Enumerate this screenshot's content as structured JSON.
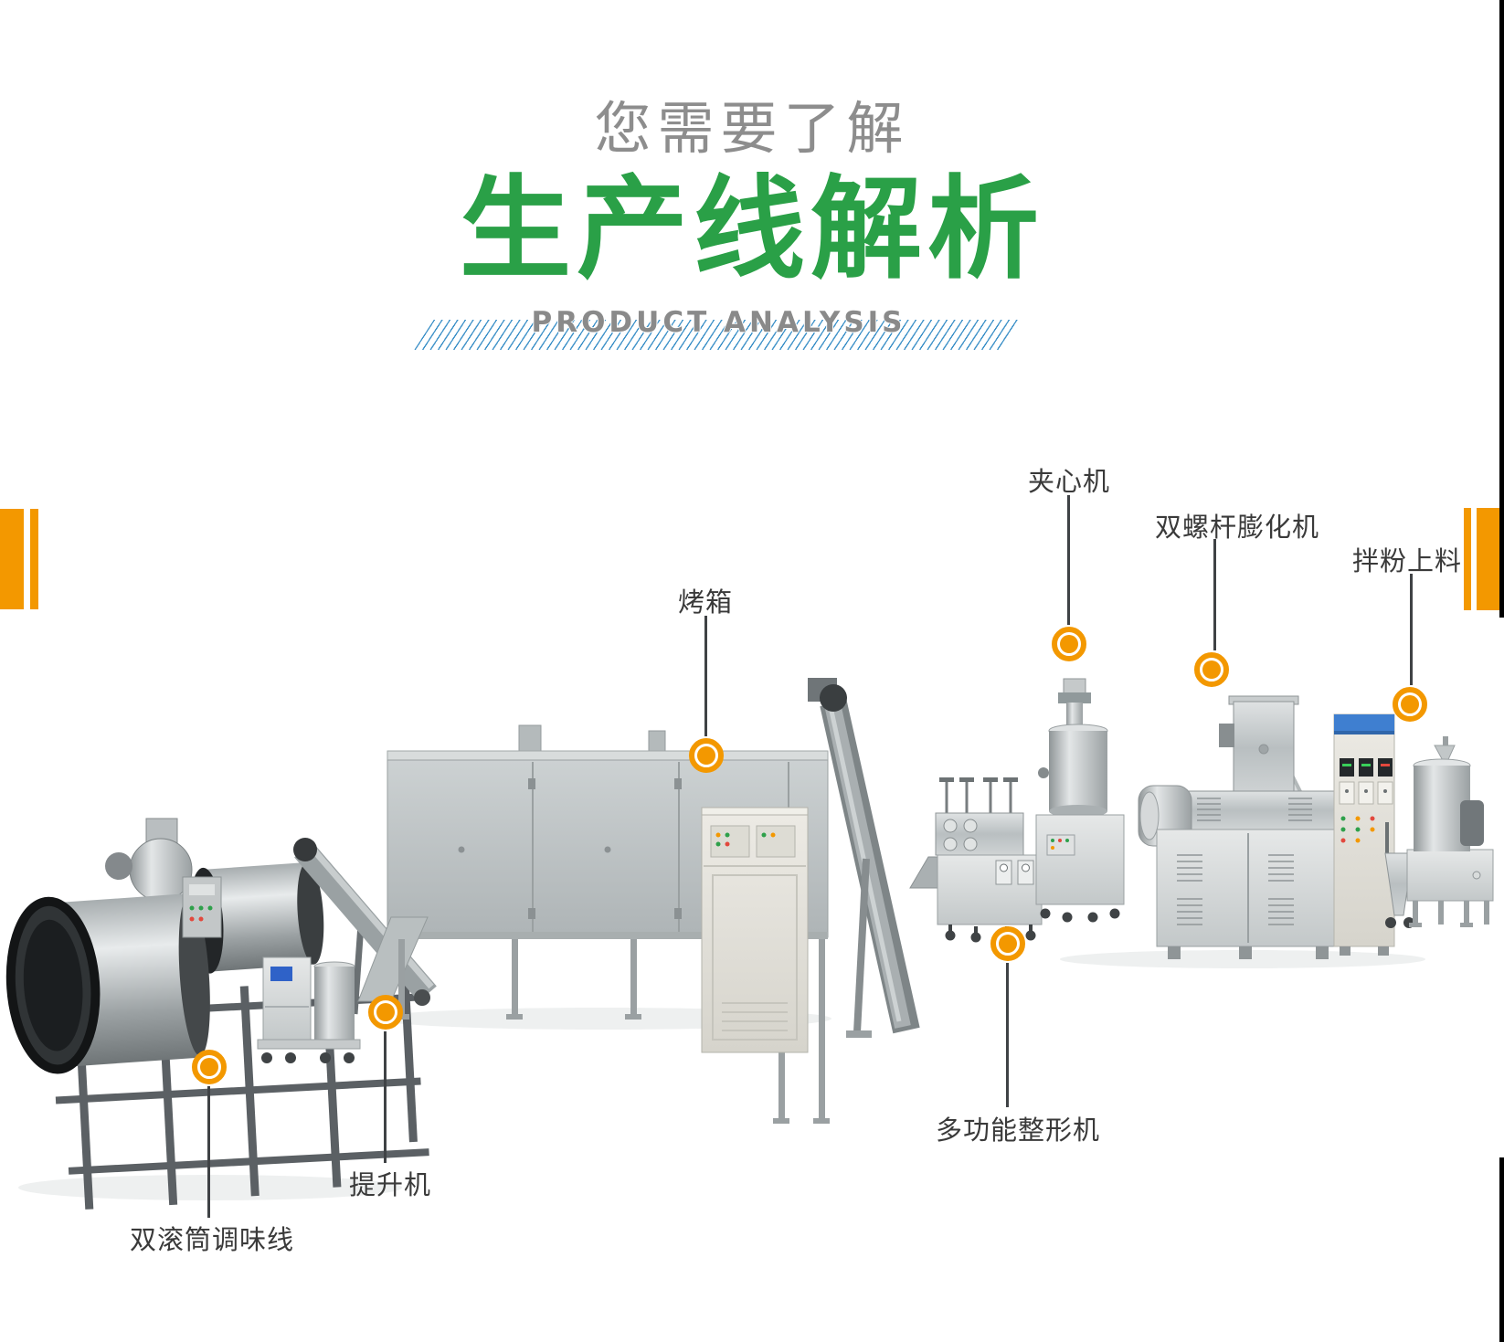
{
  "header": {
    "eyebrow": "您需要了解",
    "title": "生产线解析",
    "subtitle_en": "PRODUCT ANALYSIS"
  },
  "colors": {
    "title_green": "#2aa047",
    "accent_orange": "#f39800",
    "hatch_blue": "#3a8fc7",
    "eyebrow_gray": "#8d8d8d",
    "subtitle_gray": "#8a8a8a",
    "callout_text": "#3a3a3a",
    "callout_line": "#3f4245"
  },
  "callouts": [
    {
      "id": "oven",
      "text": "烤箱"
    },
    {
      "id": "core-filling-machine",
      "text": "夹心机"
    },
    {
      "id": "twin-screw-extruder",
      "text": "双螺杆膨化机"
    },
    {
      "id": "powder-mixing-feeder",
      "text": "拌粉上料"
    },
    {
      "id": "multifunction-shaping-machine",
      "text": "多功能整形机"
    },
    {
      "id": "elevator",
      "text": "提升机"
    },
    {
      "id": "double-drum-seasoning-line",
      "text": "双滚筒调味线"
    }
  ]
}
